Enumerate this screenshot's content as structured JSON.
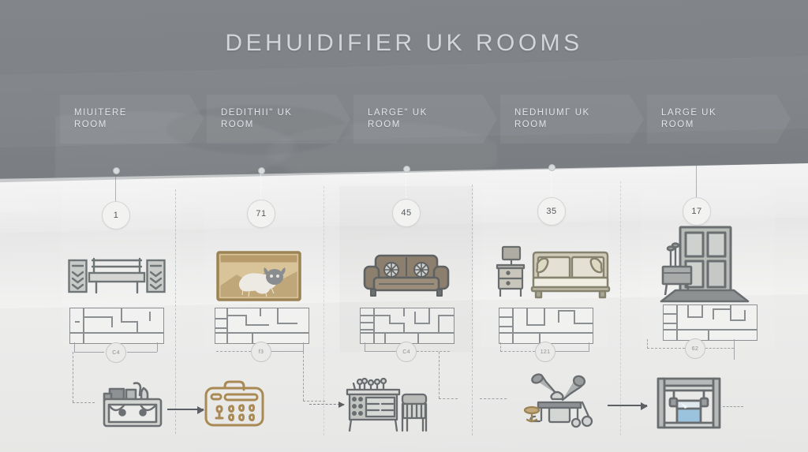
{
  "page": {
    "title": "DEHUIDIFIER UK ROOMS",
    "bg_top": "#7f8387",
    "bg_bottom": "#e7e8e7",
    "accent_tan": "#a98a55",
    "accent_blue": "#9cc3de",
    "ink": "#5c6064"
  },
  "banner": {
    "steps": [
      {
        "line1": "MIUITERE",
        "line2": "ROOM"
      },
      {
        "line1": "DEDITHII\" UK",
        "line2": "ROOM"
      },
      {
        "line1": "LARGE\" UK",
        "line2": "ROOM"
      },
      {
        "line1": "NEDHIUMΓ UK",
        "line2": "ROOM"
      },
      {
        "line1": "LARGE UK",
        "line2": "ROOM"
      }
    ]
  },
  "markers": {
    "numbers": [
      "1",
      "71",
      "45",
      "35",
      "17"
    ]
  },
  "columns": [
    {
      "illustration": "bench-with-shutters",
      "floorplan_label": "C4",
      "tool_left": "tool-caddy",
      "tool_right": "tool-case",
      "arrow": "solid"
    },
    {
      "illustration": "framed-ram-picture",
      "floorplan_label": "f3",
      "tool_left": "",
      "tool_right": "",
      "arrow": "dashed"
    },
    {
      "illustration": "brown-loveseat",
      "floorplan_label": "C4",
      "tool_left": "sideboard-and-chair",
      "tool_right": "",
      "arrow": "solid"
    },
    {
      "illustration": "nightstand-and-cream-sofa",
      "floorplan_label": "121",
      "tool_left": "workshop-machinery",
      "tool_right": "",
      "arrow": "solid"
    },
    {
      "illustration": "doorway-with-furniture",
      "floorplan_label": "62",
      "tool_left": "",
      "tool_right": "water-tank-machine",
      "arrow": "dashed"
    }
  ]
}
